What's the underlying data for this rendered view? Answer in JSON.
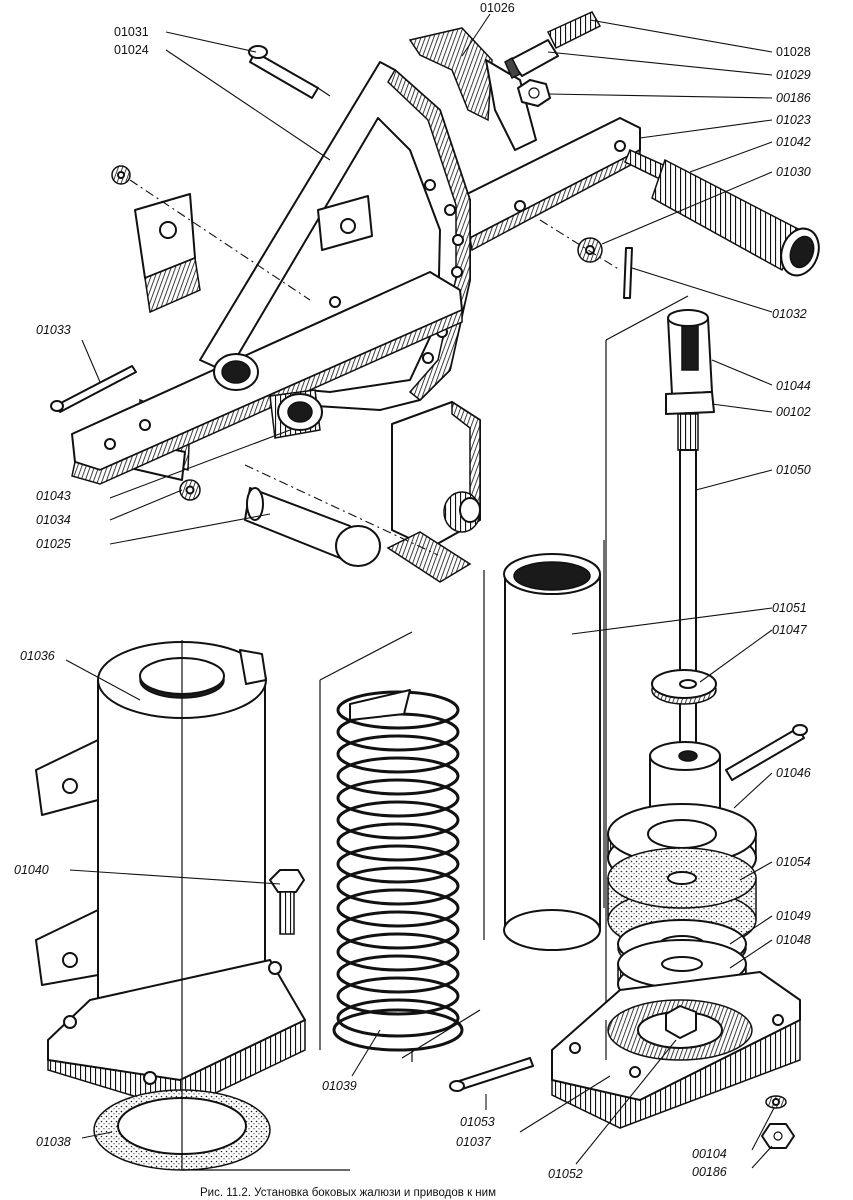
{
  "caption": "Рис. 11.2. Установка боковых жалюзи и приводов к ним",
  "labels": [
    {
      "id": "l-01031",
      "text": "01031"
    },
    {
      "id": "l-01024",
      "text": "01024"
    },
    {
      "id": "l-01026",
      "text": "01026"
    },
    {
      "id": "l-01028",
      "text": "01028"
    },
    {
      "id": "l-01029",
      "text": "01029"
    },
    {
      "id": "l-00186a",
      "text": "00186"
    },
    {
      "id": "l-01023",
      "text": "01023"
    },
    {
      "id": "l-01042",
      "text": "01042"
    },
    {
      "id": "l-01030",
      "text": "01030"
    },
    {
      "id": "l-01032",
      "text": "01032"
    },
    {
      "id": "l-01033",
      "text": "01033"
    },
    {
      "id": "l-01044",
      "text": "01044"
    },
    {
      "id": "l-00102",
      "text": "00102"
    },
    {
      "id": "l-01050",
      "text": "01050"
    },
    {
      "id": "l-01043",
      "text": "01043"
    },
    {
      "id": "l-01034",
      "text": "01034"
    },
    {
      "id": "l-01025",
      "text": "01025"
    },
    {
      "id": "l-01051",
      "text": "01051"
    },
    {
      "id": "l-01047",
      "text": "01047"
    },
    {
      "id": "l-01036",
      "text": "01036"
    },
    {
      "id": "l-01046",
      "text": "01046"
    },
    {
      "id": "l-01040",
      "text": "01040"
    },
    {
      "id": "l-01054",
      "text": "01054"
    },
    {
      "id": "l-01049",
      "text": "01049"
    },
    {
      "id": "l-01048",
      "text": "01048"
    },
    {
      "id": "l-01039",
      "text": "01039"
    },
    {
      "id": "l-01053",
      "text": "01053"
    },
    {
      "id": "l-01037",
      "text": "01037"
    },
    {
      "id": "l-01038",
      "text": "01038"
    },
    {
      "id": "l-01052",
      "text": "01052"
    },
    {
      "id": "l-00104",
      "text": "00104"
    },
    {
      "id": "l-00186b",
      "text": "00186"
    }
  ]
}
